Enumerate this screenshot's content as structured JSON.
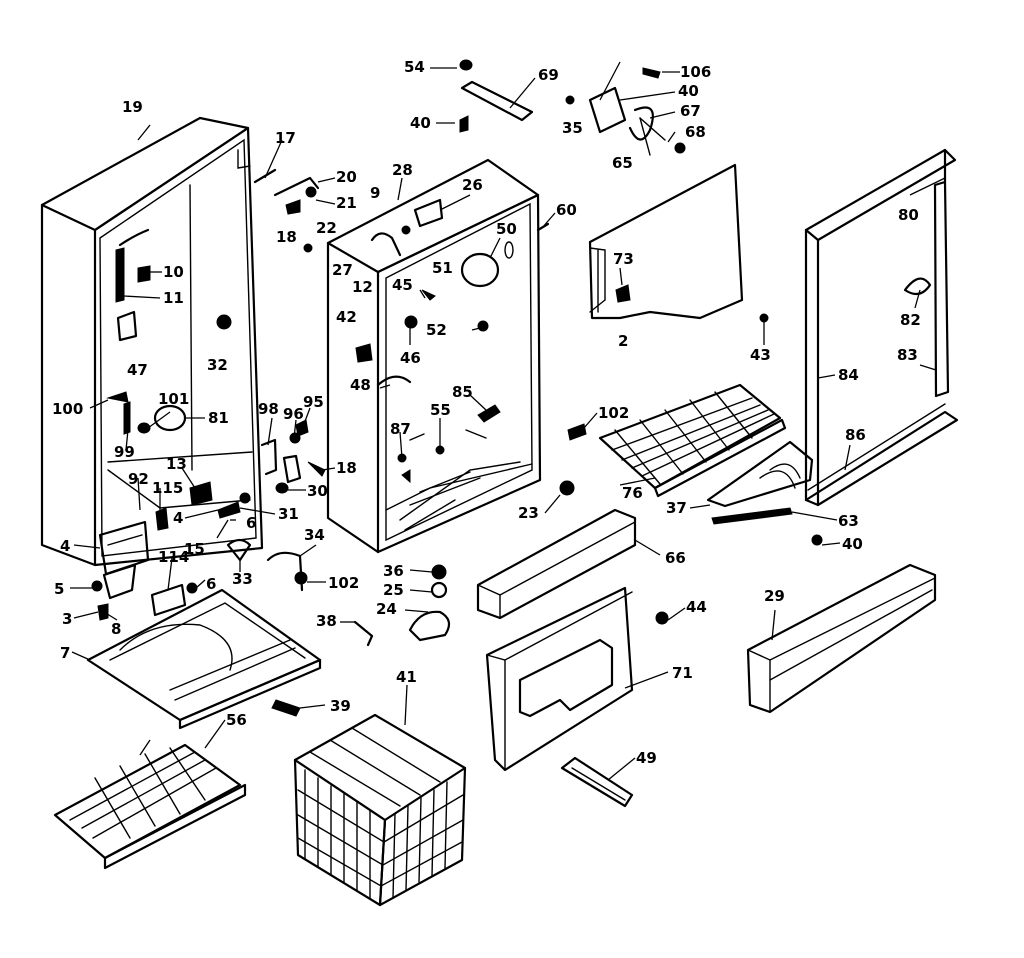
{
  "diagram": {
    "labels": [
      {
        "id": "54",
        "text": "54"
      },
      {
        "id": "69",
        "text": "69"
      },
      {
        "id": "40a",
        "text": "40"
      },
      {
        "id": "106",
        "text": "106"
      },
      {
        "id": "40b",
        "text": "40"
      },
      {
        "id": "35",
        "text": "35"
      },
      {
        "id": "67",
        "text": "67"
      },
      {
        "id": "68",
        "text": "68"
      },
      {
        "id": "65",
        "text": "65"
      },
      {
        "id": "19",
        "text": "19"
      },
      {
        "id": "17",
        "text": "17"
      },
      {
        "id": "20",
        "text": "20"
      },
      {
        "id": "21",
        "text": "21"
      },
      {
        "id": "18a",
        "text": "18"
      },
      {
        "id": "22",
        "text": "22"
      },
      {
        "id": "28",
        "text": "28"
      },
      {
        "id": "9",
        "text": "9"
      },
      {
        "id": "26",
        "text": "26"
      },
      {
        "id": "60",
        "text": "60"
      },
      {
        "id": "50",
        "text": "50"
      },
      {
        "id": "27",
        "text": "27"
      },
      {
        "id": "12",
        "text": "12"
      },
      {
        "id": "51",
        "text": "51"
      },
      {
        "id": "45",
        "text": "45"
      },
      {
        "id": "73",
        "text": "73"
      },
      {
        "id": "80",
        "text": "80"
      },
      {
        "id": "10",
        "text": "10"
      },
      {
        "id": "11",
        "text": "11"
      },
      {
        "id": "47",
        "text": "47"
      },
      {
        "id": "32",
        "text": "32"
      },
      {
        "id": "42",
        "text": "42"
      },
      {
        "id": "46",
        "text": "46"
      },
      {
        "id": "52",
        "text": "52"
      },
      {
        "id": "2",
        "text": "2"
      },
      {
        "id": "43",
        "text": "43"
      },
      {
        "id": "82",
        "text": "82"
      },
      {
        "id": "48",
        "text": "48"
      },
      {
        "id": "84",
        "text": "84"
      },
      {
        "id": "83",
        "text": "83"
      },
      {
        "id": "100",
        "text": "100"
      },
      {
        "id": "101",
        "text": "101"
      },
      {
        "id": "81",
        "text": "81"
      },
      {
        "id": "98",
        "text": "98"
      },
      {
        "id": "96",
        "text": "96"
      },
      {
        "id": "95",
        "text": "95"
      },
      {
        "id": "85",
        "text": "85"
      },
      {
        "id": "55",
        "text": "55"
      },
      {
        "id": "102a",
        "text": "102"
      },
      {
        "id": "99",
        "text": "99"
      },
      {
        "id": "87",
        "text": "87"
      },
      {
        "id": "86",
        "text": "86"
      },
      {
        "id": "13",
        "text": "13"
      },
      {
        "id": "92",
        "text": "92"
      },
      {
        "id": "115",
        "text": "115"
      },
      {
        "id": "18b",
        "text": "18"
      },
      {
        "id": "30",
        "text": "30"
      },
      {
        "id": "76",
        "text": "76"
      },
      {
        "id": "23",
        "text": "23"
      },
      {
        "id": "37",
        "text": "37"
      },
      {
        "id": "4a",
        "text": "4"
      },
      {
        "id": "31",
        "text": "31"
      },
      {
        "id": "6a",
        "text": "6"
      },
      {
        "id": "63",
        "text": "63"
      },
      {
        "id": "4b",
        "text": "4"
      },
      {
        "id": "15",
        "text": "15"
      },
      {
        "id": "34",
        "text": "34"
      },
      {
        "id": "40c",
        "text": "40"
      },
      {
        "id": "114",
        "text": "114"
      },
      {
        "id": "33",
        "text": "33"
      },
      {
        "id": "36",
        "text": "36"
      },
      {
        "id": "66",
        "text": "66"
      },
      {
        "id": "5",
        "text": "5"
      },
      {
        "id": "6b",
        "text": "6"
      },
      {
        "id": "102b",
        "text": "102"
      },
      {
        "id": "25",
        "text": "25"
      },
      {
        "id": "3",
        "text": "3"
      },
      {
        "id": "8",
        "text": "8"
      },
      {
        "id": "24",
        "text": "24"
      },
      {
        "id": "44",
        "text": "44"
      },
      {
        "id": "29",
        "text": "29"
      },
      {
        "id": "38",
        "text": "38"
      },
      {
        "id": "7",
        "text": "7"
      },
      {
        "id": "71",
        "text": "71"
      },
      {
        "id": "39",
        "text": "39"
      },
      {
        "id": "41",
        "text": "41"
      },
      {
        "id": "56",
        "text": "56"
      },
      {
        "id": "49",
        "text": "49"
      }
    ]
  }
}
